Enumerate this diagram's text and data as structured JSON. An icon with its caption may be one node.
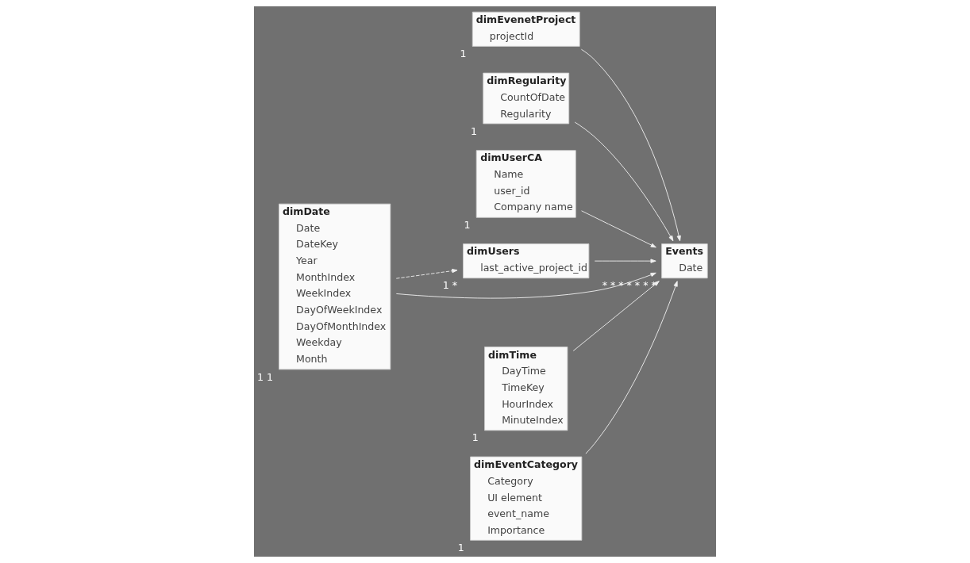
{
  "diagram": {
    "nodes": [
      {
        "text": [
          "dimUsers",
          "last_active_project_id"
        ],
        "beside": [
          "1",
          "*"
        ]
      },
      {
        "text": [
          "Events",
          "Date"
        ],
        "beside": [
          "*",
          "*",
          "*",
          "*",
          "*",
          "*",
          "*"
        ]
      },
      {
        "text": [
          "dimEvenetProject",
          "projectId"
        ],
        "beside": [
          "1"
        ]
      },
      {
        "text": [
          "dimRegularity",
          "CountOfDate",
          "Regularity"
        ],
        "beside": [
          "1"
        ]
      },
      {
        "text": [
          "dimUserCA",
          "Name",
          "user_id",
          "Company name"
        ],
        "beside": [
          "1"
        ]
      },
      {
        "text": [
          "dimDate",
          "Date",
          "DateKey",
          "Year",
          "MonthIndex",
          "WeekIndex",
          "DayOfWeekIndex",
          "DayOfMonthIndex",
          "Weekday",
          "Month"
        ],
        "beside": [
          "1",
          "1"
        ]
      },
      {
        "text": [
          "dimTime",
          "DayTime",
          "TimeKey",
          "HourIndex",
          "MinuteIndex"
        ],
        "beside": [
          "1"
        ]
      },
      {
        "text": [
          "dimEventCategory",
          "Category",
          "UI element",
          "event_name",
          "Importance"
        ],
        "beside": [
          "1"
        ]
      }
    ],
    "edges": [
      {
        "from": 0,
        "to": 1,
        "arrow": "to"
      },
      {
        "from": 5,
        "to": 0,
        "arrow": "to",
        "style": "dashed"
      },
      {
        "from": 5,
        "to": 1,
        "arrow": "to"
      },
      {
        "from": 6,
        "to": 1,
        "arrow": "to"
      },
      {
        "from": 4,
        "to": 1,
        "arrow": "to"
      },
      {
        "from": 7,
        "to": 1,
        "arrow": "to"
      },
      {
        "from": 2,
        "to": 1,
        "arrow": "to"
      },
      {
        "from": 3,
        "to": 1,
        "arrow": "to"
      }
    ]
  }
}
